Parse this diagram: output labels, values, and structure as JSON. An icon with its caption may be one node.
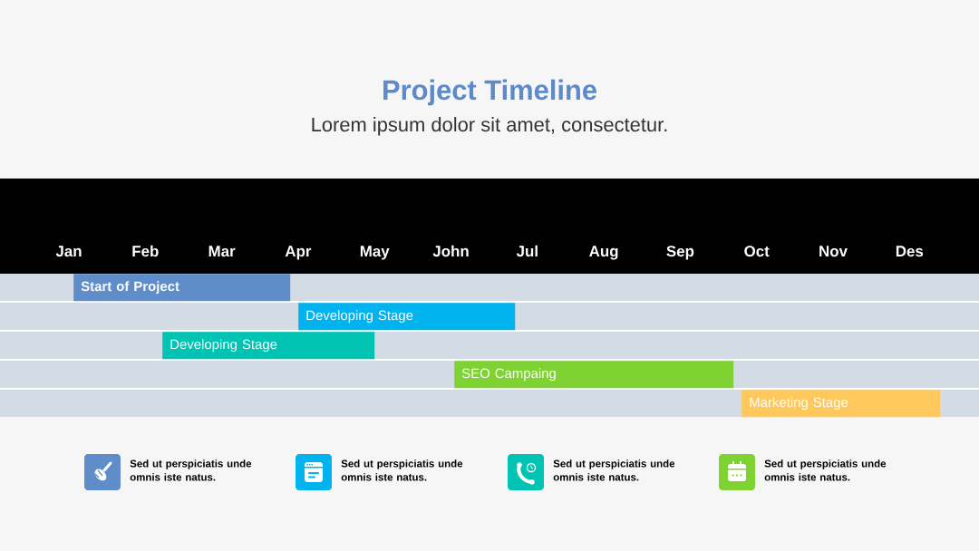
{
  "diagram": {
    "title": "Project Timeline",
    "nodes": [
      {
        "text": [
          "Start of Project"
        ]
      },
      {
        "text": [
          "Developing Stage"
        ]
      },
      {
        "text": [
          "Developing Stage"
        ]
      },
      {
        "text": [
          "SEO Campaing"
        ]
      },
      {
        "text": [
          "Marketing Stage"
        ]
      }
    ],
    "labels": [
      "Lorem ipsum dolor sit amet, consectetur.",
      "Jan",
      "Feb",
      "Mar",
      "Apr",
      "May",
      "John",
      "Jul",
      "Aug",
      "Sep",
      "Oct",
      "Nov",
      "Des",
      "Sed ut perspiciatis unde omnis iste natus.",
      "Sed ut perspiciatis unde omnis iste natus.",
      "Sed ut perspiciatis unde omnis iste natus.",
      "Sed ut perspiciatis unde omnis iste natus."
    ]
  }
}
